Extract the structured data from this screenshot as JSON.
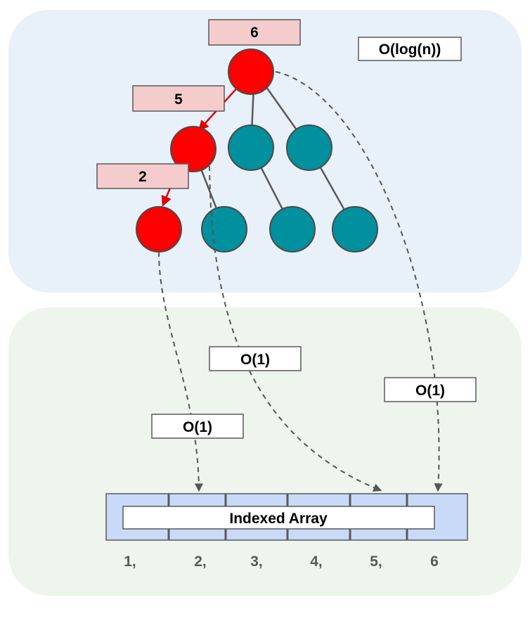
{
  "colors": {
    "tree_panel": "#e8f0fa",
    "array_panel": "#eef5ec",
    "path_node": "#ff0000",
    "other_node": "#00909e",
    "node_outline": "#4a4a4a",
    "value_box": "#f4cccc",
    "array_fill": "#c9daf8",
    "dashed_line": "#555555"
  },
  "tree": {
    "complexity": "O(log(n))",
    "path_values": [
      "6",
      "5",
      "2"
    ]
  },
  "lookups": [
    "O(1)",
    "O(1)",
    "O(1)"
  ],
  "array": {
    "label": "Indexed Array",
    "indices": [
      "1,",
      "2,",
      "3,",
      "4,",
      "5,",
      "6"
    ]
  }
}
